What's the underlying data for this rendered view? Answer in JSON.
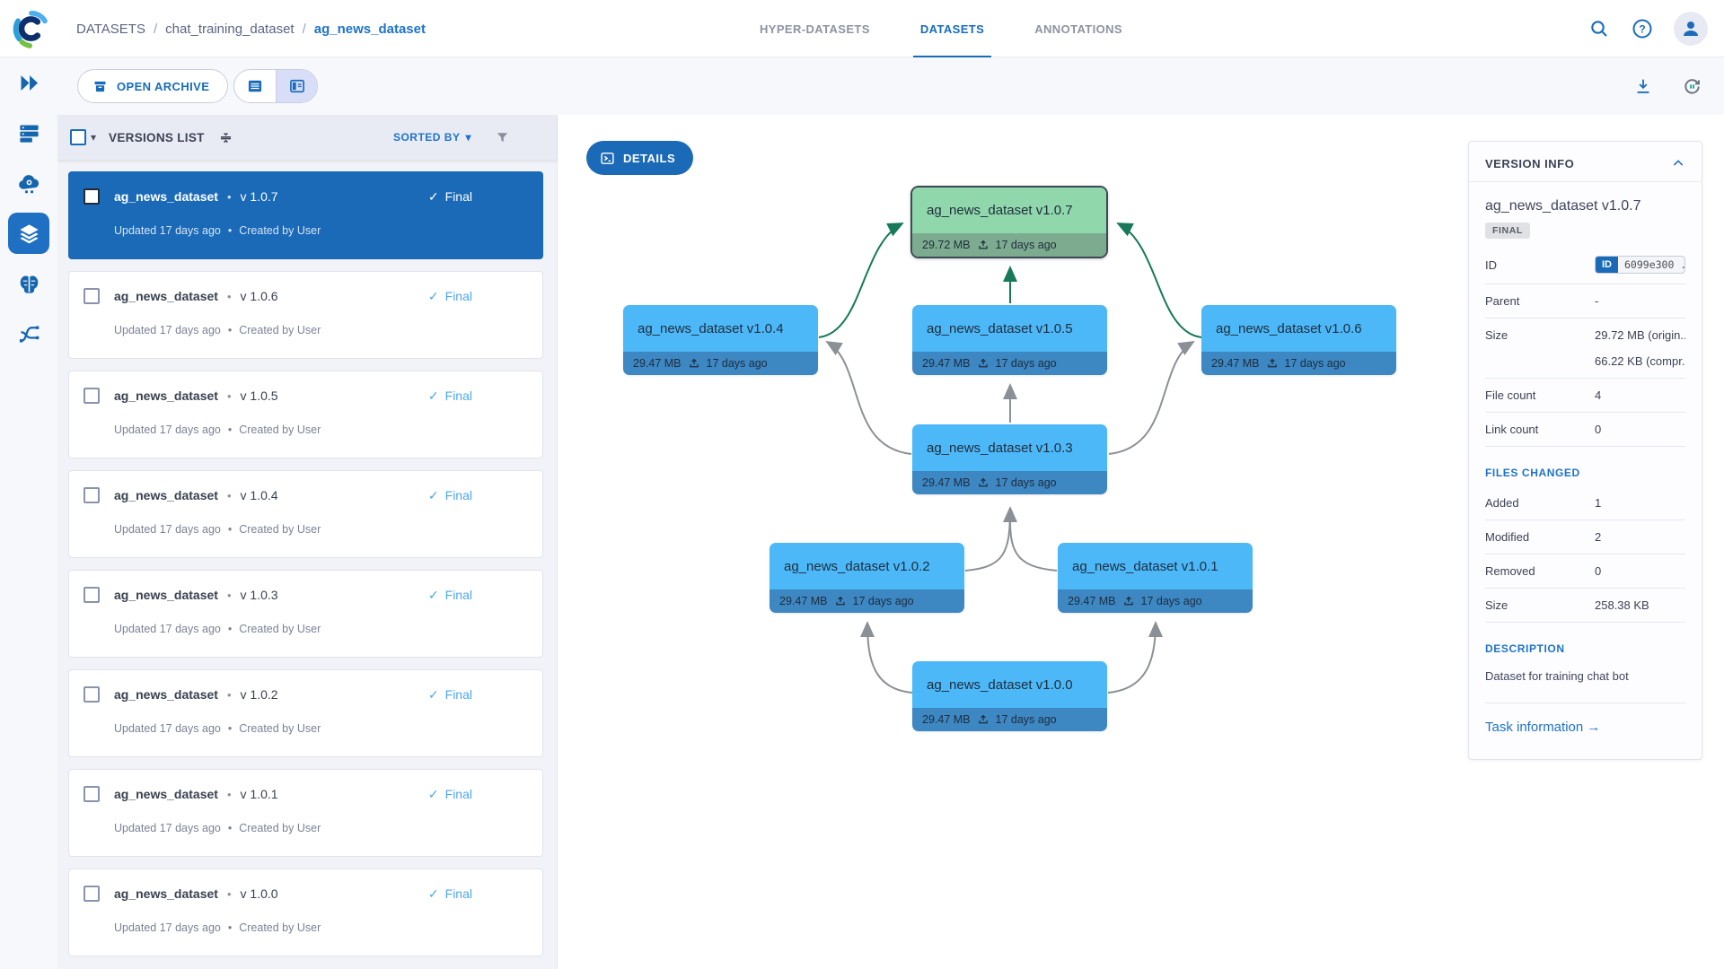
{
  "header": {
    "breadcrumb": {
      "root": "DATASETS",
      "separator": "/",
      "project": "chat_training_dataset",
      "current": "ag_news_dataset"
    },
    "tabs": [
      {
        "label": "HYPER-DATASETS"
      },
      {
        "label": "DATASETS"
      },
      {
        "label": "ANNOTATIONS"
      }
    ]
  },
  "toolbar": {
    "open_archive": "OPEN ARCHIVE"
  },
  "versions_panel": {
    "title": "VERSIONS LIST",
    "sorted_by": "SORTED BY",
    "caret": "▾",
    "bullet": "•",
    "check": "✓",
    "items": [
      {
        "name": "ag_news_dataset",
        "version": "v 1.0.7",
        "status": "Final",
        "updated": "Updated 17 days ago",
        "created": "Created by User",
        "selected": true
      },
      {
        "name": "ag_news_dataset",
        "version": "v 1.0.6",
        "status": "Final",
        "updated": "Updated 17 days ago",
        "created": "Created by User",
        "selected": false
      },
      {
        "name": "ag_news_dataset",
        "version": "v 1.0.5",
        "status": "Final",
        "updated": "Updated 17 days ago",
        "created": "Created by User",
        "selected": false
      },
      {
        "name": "ag_news_dataset",
        "version": "v 1.0.4",
        "status": "Final",
        "updated": "Updated 17 days ago",
        "created": "Created by User",
        "selected": false
      },
      {
        "name": "ag_news_dataset",
        "version": "v 1.0.3",
        "status": "Final",
        "updated": "Updated 17 days ago",
        "created": "Created by User",
        "selected": false
      },
      {
        "name": "ag_news_dataset",
        "version": "v 1.0.2",
        "status": "Final",
        "updated": "Updated 17 days ago",
        "created": "Created by User",
        "selected": false
      },
      {
        "name": "ag_news_dataset",
        "version": "v 1.0.1",
        "status": "Final",
        "updated": "Updated 17 days ago",
        "created": "Created by User",
        "selected": false
      },
      {
        "name": "ag_news_dataset",
        "version": "v 1.0.0",
        "status": "Final",
        "updated": "Updated 17 days ago",
        "created": "Created by User",
        "selected": false
      }
    ]
  },
  "graph": {
    "details": "DETAILS",
    "nodes": [
      {
        "label": "ag_news_dataset v1.0.7",
        "size": "29.72 MB",
        "time": "17 days ago",
        "state": "selected"
      },
      {
        "label": "ag_news_dataset v1.0.4",
        "size": "29.47 MB",
        "time": "17 days ago",
        "state": "normal"
      },
      {
        "label": "ag_news_dataset v1.0.5",
        "size": "29.47 MB",
        "time": "17 days ago",
        "state": "normal"
      },
      {
        "label": "ag_news_dataset v1.0.6",
        "size": "29.47 MB",
        "time": "17 days ago",
        "state": "normal"
      },
      {
        "label": "ag_news_dataset v1.0.3",
        "size": "29.47 MB",
        "time": "17 days ago",
        "state": "normal"
      },
      {
        "label": "ag_news_dataset v1.0.2",
        "size": "29.47 MB",
        "time": "17 days ago",
        "state": "normal"
      },
      {
        "label": "ag_news_dataset v1.0.1",
        "size": "29.47 MB",
        "time": "17 days ago",
        "state": "normal"
      },
      {
        "label": "ag_news_dataset v1.0.0",
        "size": "29.47 MB",
        "time": "17 days ago",
        "state": "normal"
      }
    ],
    "edges": [
      {
        "from": "v1.0.4",
        "to": "v1.0.7",
        "highlight": true
      },
      {
        "from": "v1.0.5",
        "to": "v1.0.7",
        "highlight": true
      },
      {
        "from": "v1.0.6",
        "to": "v1.0.7",
        "highlight": true
      },
      {
        "from": "v1.0.3",
        "to": "v1.0.4",
        "highlight": false
      },
      {
        "from": "v1.0.3",
        "to": "v1.0.5",
        "highlight": false
      },
      {
        "from": "v1.0.3",
        "to": "v1.0.6",
        "highlight": false
      },
      {
        "from": "v1.0.2",
        "to": "v1.0.3",
        "highlight": false
      },
      {
        "from": "v1.0.1",
        "to": "v1.0.3",
        "highlight": false
      },
      {
        "from": "v1.0.0",
        "to": "v1.0.2",
        "highlight": false
      },
      {
        "from": "v1.0.0",
        "to": "v1.0.1",
        "highlight": false
      }
    ]
  },
  "info_panel": {
    "title": "VERSION INFO",
    "name": "ag_news_dataset v1.0.7",
    "badge": "FINAL",
    "id_label": "ID",
    "id_tag": "ID",
    "id_value": "6099e300 ...",
    "parent_label": "Parent",
    "parent_value": "-",
    "size_label": "Size",
    "size_original": "29.72 MB (origin...",
    "size_compressed": "66.22 KB (compr...",
    "file_count_label": "File count",
    "file_count": "4",
    "link_count_label": "Link count",
    "link_count": "0",
    "files_changed": {
      "title": "FILES CHANGED",
      "added_label": "Added",
      "added": "1",
      "modified_label": "Modified",
      "modified": "2",
      "removed_label": "Removed",
      "removed": "0",
      "size_label": "Size",
      "size": "258.38 KB"
    },
    "description": {
      "title": "DESCRIPTION",
      "text": "Dataset for training chat bot"
    },
    "task_link": "Task information →"
  },
  "icons": {
    "logo": "clearml-logo",
    "search": "magnifier",
    "help": "question-circle",
    "profile": "person",
    "archive": "archive-box",
    "table_view": "rows",
    "split_view": "split-panel",
    "download": "download-arrow",
    "auto_refresh": "circular-arrows",
    "collapse_rows": "compress",
    "filter": "funnel",
    "upload": "upload-tray",
    "details": "panel-prompt"
  },
  "colors": {
    "accent": "#176cba",
    "selected_row": "#1a6ab7",
    "node_blue": "#4cb8f7",
    "node_blue_footer": "#3d87c2",
    "node_green": "#90d7ab",
    "node_green_footer": "#7dab90",
    "edge_green": "#17795a",
    "edge_gray": "#8b9096",
    "final_blue": "#4da7ef"
  }
}
